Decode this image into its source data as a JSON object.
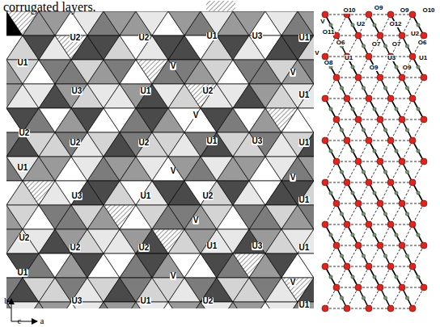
{
  "diagram": {
    "labels": [
      "corrugated layers.",
      "U2",
      "U2",
      "U1",
      "U3",
      "U1",
      "U1",
      "V",
      "V",
      "U3",
      "U1",
      "U2",
      "U1",
      "V",
      "U2",
      "U2",
      "U2",
      "U1",
      "U3",
      "U1",
      "U1",
      "V",
      "V",
      "U3",
      "U1",
      "U2",
      "U1",
      "V",
      "U2",
      "U2",
      "U2",
      "U1",
      "U3",
      "U1",
      "U1",
      "V",
      "V",
      "U3",
      "U1",
      "U2",
      "U1",
      "O10",
      "O9",
      "O9",
      "O10",
      "V",
      "O11",
      "U2",
      "O12",
      "U2",
      "O6",
      "O7",
      "O7",
      "O6",
      "V",
      "O8",
      "U1",
      "U3",
      "U1",
      "O9",
      "O9",
      "b",
      "c",
      "a"
    ]
  }
}
